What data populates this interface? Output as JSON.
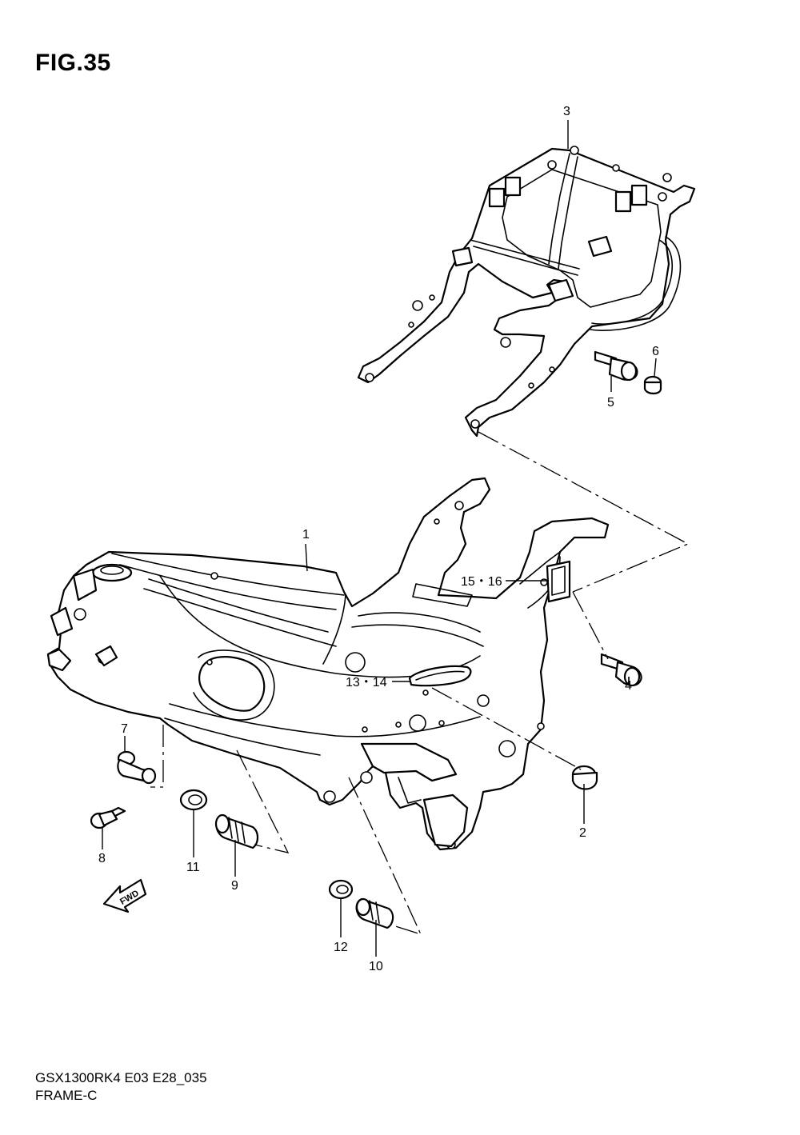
{
  "figure": {
    "title": "FIG.35",
    "model_code": "GSX1300RK4 E03 E28_035",
    "name": "FRAME-C"
  },
  "callouts": {
    "c1": "1",
    "c2": "2",
    "c3": "3",
    "c4": "4",
    "c5": "5",
    "c6": "6",
    "c7": "7",
    "c8": "8",
    "c9": "9",
    "c10": "10",
    "c11": "11",
    "c12": "12",
    "c13_14": "13・14",
    "c15_16": "15・16"
  },
  "fwd_label": "FWD"
}
